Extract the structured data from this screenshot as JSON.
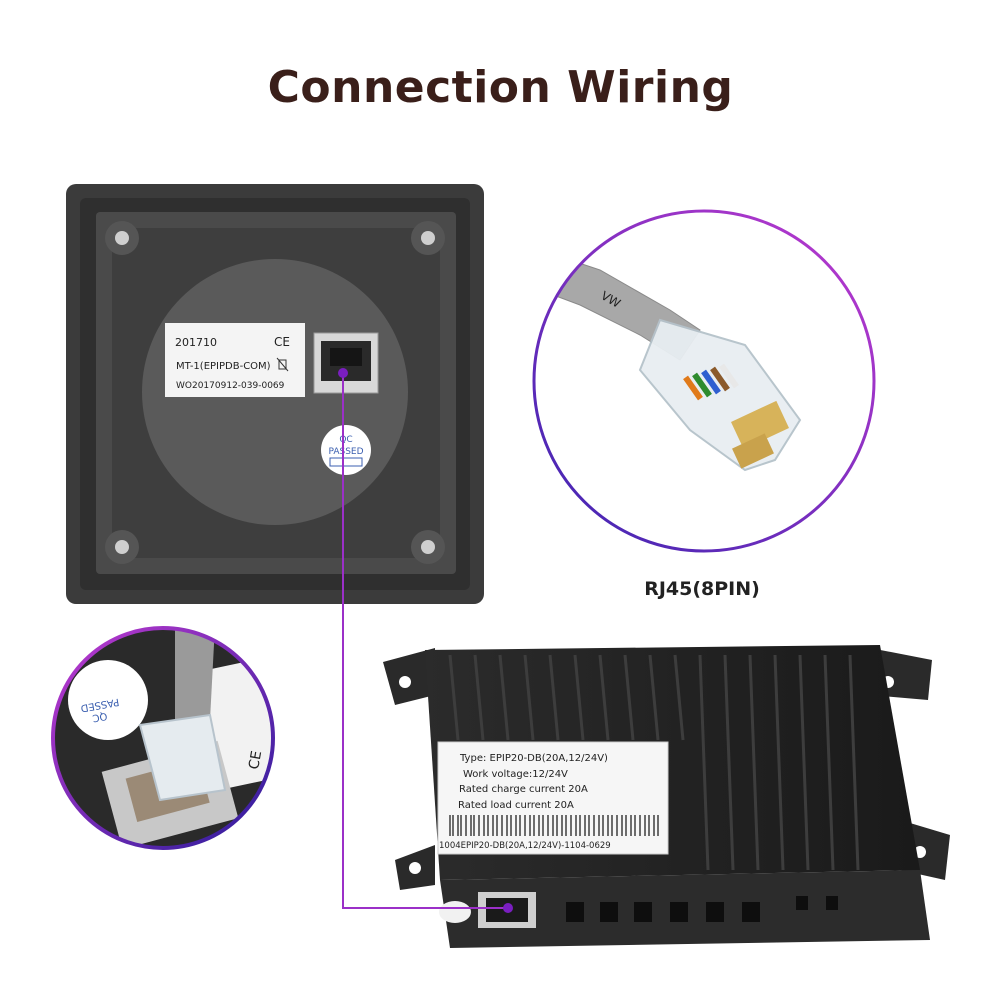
{
  "title": "Connection Wiring",
  "rj45_caption": "RJ45(8PIN)",
  "meter_label": {
    "line1": "201710",
    "line2": "MT-1(EPIPDB-COM)",
    "line3": "WO20170912-039-0069",
    "ce_mark": "CE"
  },
  "qc_sticker": {
    "line1": "QC",
    "line2": "PASSED"
  },
  "cable_print": "VW",
  "controller_label": {
    "type_line": "Type:  EPIP20-DB(20A,12/24V)",
    "voltage_line": "Work voltage:12/24V",
    "charge_line": "Rated charge current 20A",
    "load_line": "Rated load current 20A",
    "barcode_text": "1004EPIP20-DB(20A,12/24V)-1104-0629"
  },
  "colors": {
    "title": "#3a1f1a",
    "wire": "#9b30c8",
    "wire_dot": "#7a1ec0",
    "circle_gradient_start": "#c03ad0",
    "circle_gradient_end": "#2a1c9a"
  },
  "icons": {
    "rj45_port": "rj45-port-icon",
    "ce": "ce-mark-icon",
    "bin": "weee-bin-icon"
  }
}
